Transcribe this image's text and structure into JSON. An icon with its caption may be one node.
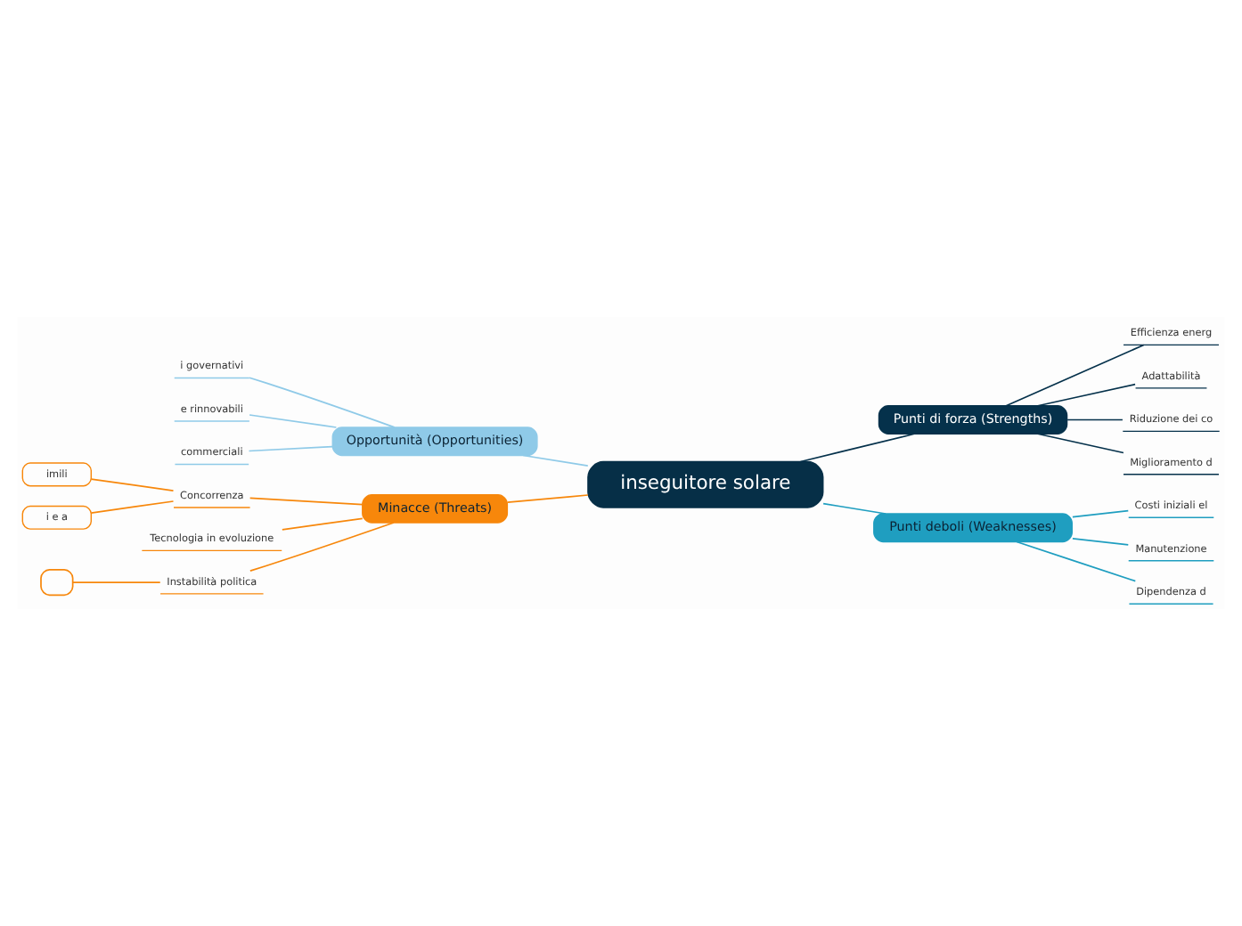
{
  "diagram": {
    "nodes": [
      {
        "text": [
          "inseguitore solare"
        ]
      },
      {
        "text": [
          "Punti di forza (Strengths)"
        ]
      },
      {
        "text": [
          "Efficienza energ"
        ]
      },
      {
        "text": [
          "Adattabilità"
        ]
      },
      {
        "text": [
          "Riduzione dei co"
        ]
      },
      {
        "text": [
          "Miglioramento d"
        ]
      },
      {
        "text": [
          "Punti deboli (Weaknesses)"
        ]
      },
      {
        "text": [
          "Costi iniziali el"
        ]
      },
      {
        "text": [
          "Manutenzione"
        ]
      },
      {
        "text": [
          "Dipendenza d"
        ]
      },
      {
        "text": [
          "Opportunità (Opportunities)"
        ]
      },
      {
        "text": [
          "i governativi"
        ]
      },
      {
        "text": [
          "e rinnovabili"
        ]
      },
      {
        "text": [
          "commerciali"
        ]
      },
      {
        "text": [
          "Minacce (Threats)"
        ]
      },
      {
        "text": [
          "Concorrenza"
        ]
      },
      {
        "text": [
          "imili"
        ]
      },
      {
        "text": [
          "i e a"
        ]
      },
      {
        "text": [
          "Tecnologia in evoluzione"
        ]
      },
      {
        "text": [
          "Instabilità politica"
        ]
      },
      {
        "text": [],
        "shape": "box"
      }
    ],
    "edges": [
      {
        "from": 0,
        "to": 1,
        "arrow": "none",
        "color": "#05314b"
      },
      {
        "from": 1,
        "to": 2,
        "arrow": "none",
        "color": "#05314b"
      },
      {
        "from": 1,
        "to": 3,
        "arrow": "none",
        "color": "#05314b"
      },
      {
        "from": 1,
        "to": 4,
        "arrow": "none",
        "color": "#05314b"
      },
      {
        "from": 1,
        "to": 5,
        "arrow": "none",
        "color": "#05314b"
      },
      {
        "from": 0,
        "to": 6,
        "arrow": "none",
        "color": "#1f9ec0"
      },
      {
        "from": 6,
        "to": 7,
        "arrow": "none",
        "color": "#1f9ec0"
      },
      {
        "from": 6,
        "to": 8,
        "arrow": "none",
        "color": "#1f9ec0"
      },
      {
        "from": 6,
        "to": 9,
        "arrow": "none",
        "color": "#1f9ec0"
      },
      {
        "from": 0,
        "to": 10,
        "arrow": "none",
        "color": "#8fcae8"
      },
      {
        "from": 10,
        "to": 11,
        "arrow": "none",
        "color": "#8fcae8"
      },
      {
        "from": 10,
        "to": 12,
        "arrow": "none",
        "color": "#8fcae8"
      },
      {
        "from": 10,
        "to": 13,
        "arrow": "none",
        "color": "#8fcae8"
      },
      {
        "from": 0,
        "to": 14,
        "arrow": "none",
        "color": "#f7870b"
      },
      {
        "from": 14,
        "to": 15,
        "arrow": "none",
        "color": "#f7870b"
      },
      {
        "from": 15,
        "to": 16,
        "arrow": "none",
        "color": "#f7870b"
      },
      {
        "from": 15,
        "to": 17,
        "arrow": "none",
        "color": "#f7870b"
      },
      {
        "from": 14,
        "to": 18,
        "arrow": "none",
        "color": "#f7870b"
      },
      {
        "from": 14,
        "to": 19,
        "arrow": "none",
        "color": "#f7870b"
      },
      {
        "from": 19,
        "to": 20,
        "arrow": "none",
        "color": "#f7870b"
      }
    ]
  }
}
